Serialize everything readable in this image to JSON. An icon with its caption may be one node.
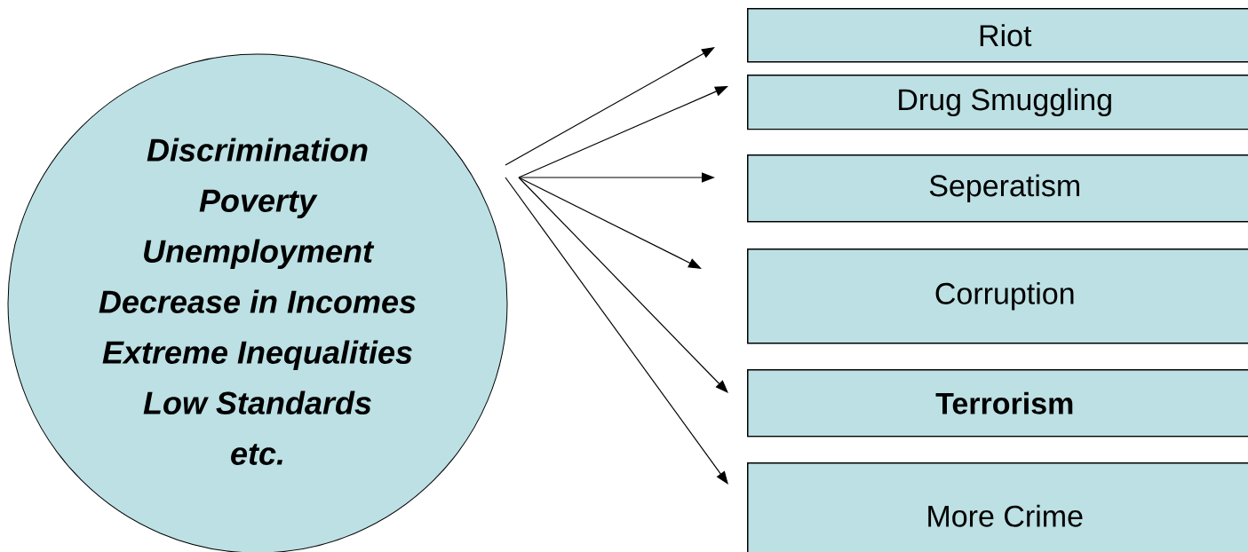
{
  "diagram": {
    "nodes": [
      {
        "text": [
          "Discrimination",
          "Poverty",
          "Unemployment",
          "Decrease in Incomes",
          "Extreme Inequalities",
          "Low Standards",
          "etc."
        ]
      },
      {
        "text": [
          "Riot"
        ]
      },
      {
        "text": [
          "Drug Smuggling"
        ]
      },
      {
        "text": [
          "Seperatism"
        ]
      },
      {
        "text": [
          "Corruption"
        ]
      },
      {
        "text": [
          "Terrorism"
        ]
      },
      {
        "text": [
          "More Crime"
        ]
      }
    ],
    "edges": [
      {
        "from": 0,
        "to": 1,
        "arrow": "to"
      },
      {
        "from": 0,
        "to": 2,
        "arrow": "to"
      },
      {
        "from": 0,
        "to": 3,
        "arrow": "to"
      },
      {
        "from": 0,
        "to": 4,
        "arrow": "to"
      },
      {
        "from": 0,
        "to": 5,
        "arrow": "to"
      },
      {
        "from": 0,
        "to": 6,
        "arrow": "to"
      }
    ]
  }
}
